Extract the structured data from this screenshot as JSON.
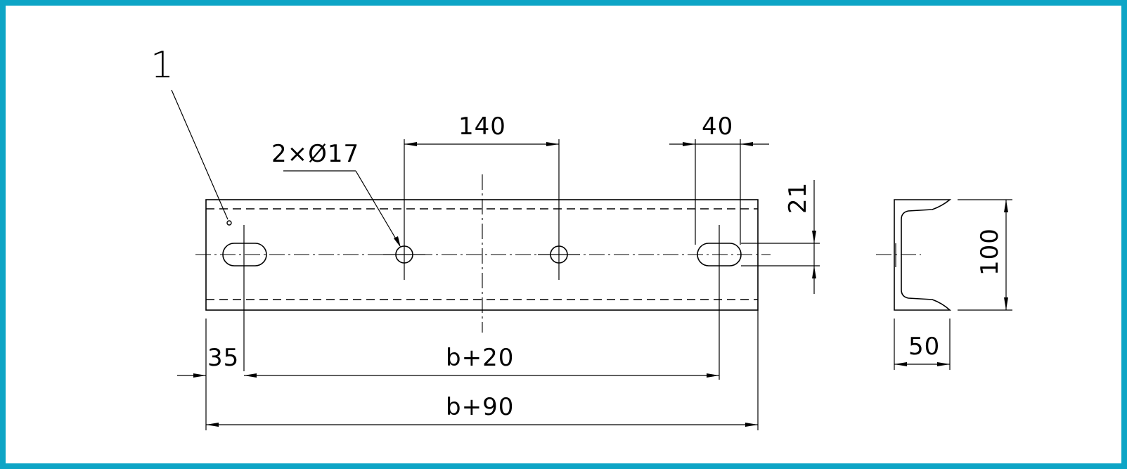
{
  "drawing": {
    "part_label": "1",
    "hole_callout": "2×Ø17",
    "dimensions": {
      "hole_spacing": "140",
      "slot_length": "40",
      "slot_height": "21",
      "channel_height": "100",
      "channel_flange": "50",
      "edge_offset": "35",
      "slot_spacing": "b+20",
      "overall_length": "b+90"
    }
  },
  "colors": {
    "frame_border": "#0ea5c6",
    "line": "#000000"
  }
}
